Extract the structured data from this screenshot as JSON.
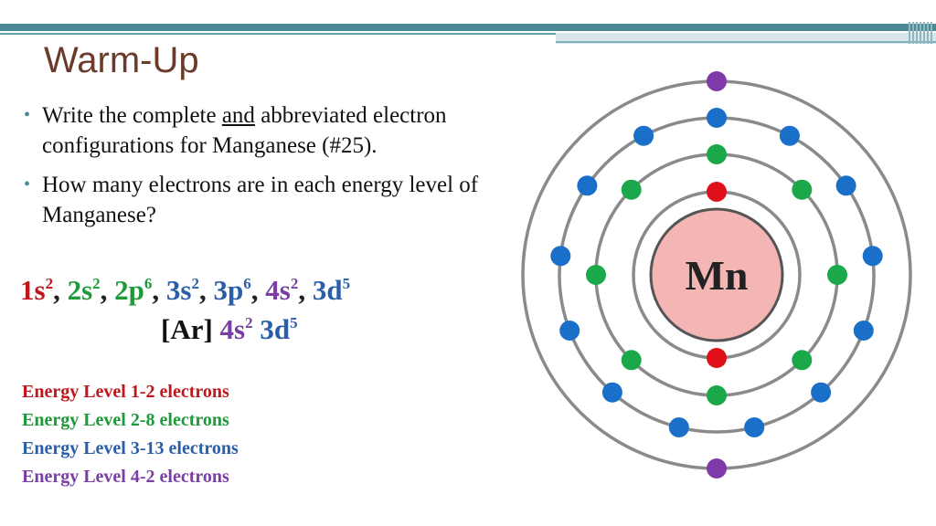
{
  "slide": {
    "title": "Warm-Up",
    "bullets": [
      {
        "pre": "Write the complete ",
        "emph": "and",
        "post": " abbreviated electron configurations for Manganese (#25)."
      },
      {
        "text": "How many electrons are in each energy level of Manganese?"
      }
    ]
  },
  "configuration": {
    "full": [
      {
        "base": "1s",
        "sup": "2",
        "color": "#c0161c"
      },
      {
        "base": "2s",
        "sup": "2",
        "color": "#1e9a3a"
      },
      {
        "base": "2p",
        "sup": "6",
        "color": "#1e9a3a"
      },
      {
        "base": "3s",
        "sup": "2",
        "color": "#2a5ea8"
      },
      {
        "base": "3p",
        "sup": "6",
        "color": "#2a5ea8"
      },
      {
        "base": "4s",
        "sup": "2",
        "color": "#7a3ea5"
      },
      {
        "base": "3d",
        "sup": "5",
        "color": "#2a5ea8"
      }
    ],
    "abbreviated": {
      "core": "[Ar]",
      "parts": [
        {
          "base": "4s",
          "sup": "2",
          "color": "#7a3ea5"
        },
        {
          "base": "3d",
          "sup": "5",
          "color": "#2a5ea8"
        }
      ]
    }
  },
  "energy_levels": [
    {
      "text": "Energy Level 1-2 electrons",
      "color": "#c0161c"
    },
    {
      "text": "Energy Level 2-8 electrons",
      "color": "#1e9a3a"
    },
    {
      "text": "Energy Level 3-13 electrons",
      "color": "#2a5ea8"
    },
    {
      "text": "Energy Level 4-2 electrons",
      "color": "#7a3ea5"
    }
  ],
  "atom": {
    "symbol": "Mn",
    "nucleus_color": "#f4b5b5",
    "ring_color": "#8a8a8a",
    "shells": [
      {
        "electrons": 2,
        "color": "#e0101a"
      },
      {
        "electrons": 8,
        "color": "#1aa84a"
      },
      {
        "electrons": 13,
        "color": "#1a6fc8"
      },
      {
        "electrons": 2,
        "color": "#7e3aa8"
      }
    ]
  }
}
